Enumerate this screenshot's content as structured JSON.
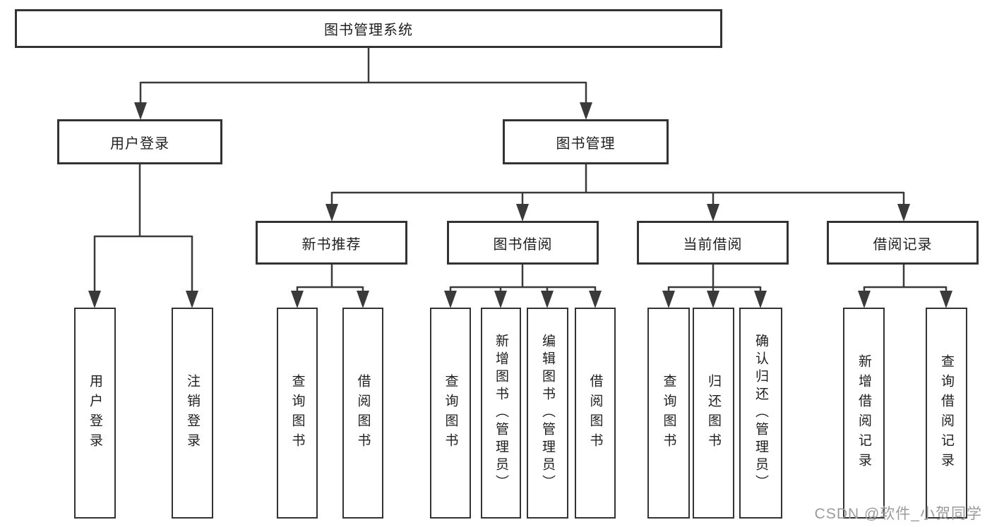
{
  "diagram": {
    "root": {
      "label": "图书管理系统"
    },
    "level1": [
      {
        "label": "用户登录"
      },
      {
        "label": "图书管理"
      }
    ],
    "level2": [
      {
        "label": "新书推荐"
      },
      {
        "label": "图书借阅"
      },
      {
        "label": "当前借阅"
      },
      {
        "label": "借阅记录"
      }
    ],
    "leaves": [
      {
        "label": "用户登录"
      },
      {
        "label": "注销登录"
      },
      {
        "label": "查询图书"
      },
      {
        "label": "借阅图书"
      },
      {
        "label": "查询图书"
      },
      {
        "label": "新增图书（管理员）"
      },
      {
        "label": "编辑图书（管理员）"
      },
      {
        "label": "借阅图书"
      },
      {
        "label": "查询图书"
      },
      {
        "label": "归还图书"
      },
      {
        "label": "确认归还（管理员）"
      },
      {
        "label": "新增借阅记录"
      },
      {
        "label": "查询借阅记录"
      }
    ],
    "watermark": "CSDN @软件_小贺同学",
    "colors": {
      "line": "#3a3a3a",
      "border": "#333333",
      "text": "#1f1f1f",
      "watermark": "#9b9b9b",
      "background": "#ffffff"
    }
  }
}
